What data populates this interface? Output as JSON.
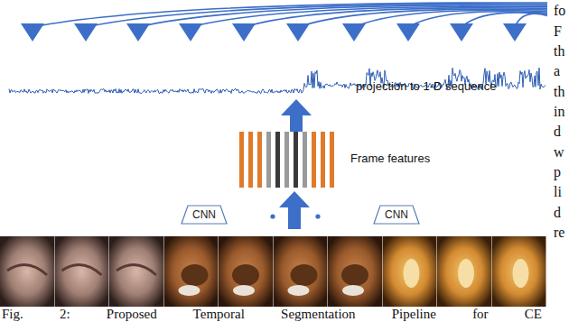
{
  "diagram": {
    "caption": "Fig. 2: Proposed Temporal Segmentation Pipeline for CE",
    "nodes": [
      {
        "text": [
          "CNN"
        ]
      },
      {
        "text": [
          "CNN"
        ]
      }
    ],
    "labels": [
      "projection to 1-D sequence",
      "Frame features",
      "fo",
      "F",
      "th",
      "a",
      "th",
      "in",
      "d",
      "w",
      "p",
      "li",
      "d",
      "re"
    ]
  }
}
